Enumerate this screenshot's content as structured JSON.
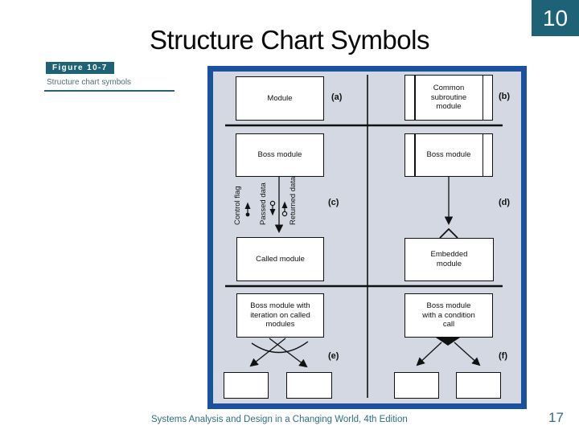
{
  "page": {
    "badge": "10",
    "title": "Structure Chart Symbols",
    "footer_text": "Systems Analysis and Design in a Changing World, 4th Edition",
    "footer_page": "17"
  },
  "figure": {
    "tab": "Figure 10-7",
    "caption": "Structure chart symbols"
  },
  "diagram": {
    "panels": {
      "a": {
        "label": "(a)",
        "module": "Module"
      },
      "b": {
        "label": "(b)",
        "module": "Common subroutine module"
      },
      "c": {
        "label": "(c)",
        "boss": "Boss module",
        "called": "Called module",
        "flows": {
          "control": "Control flag",
          "passed": "Passed data",
          "returned": "Returned data"
        }
      },
      "d": {
        "label": "(d)",
        "boss": "Boss module",
        "embedded": "Embedded module"
      },
      "e": {
        "label": "(e)",
        "boss": "Boss module with iteration on called modules"
      },
      "f": {
        "label": "(f)",
        "boss": "Boss module with a condition call"
      }
    }
  },
  "colors": {
    "teal_accent": "#1E6278",
    "footer_teal": "#2E6F80",
    "frame_blue": "#1B52A0",
    "diagram_background": "#D3D8E2",
    "ink": "#111111"
  }
}
